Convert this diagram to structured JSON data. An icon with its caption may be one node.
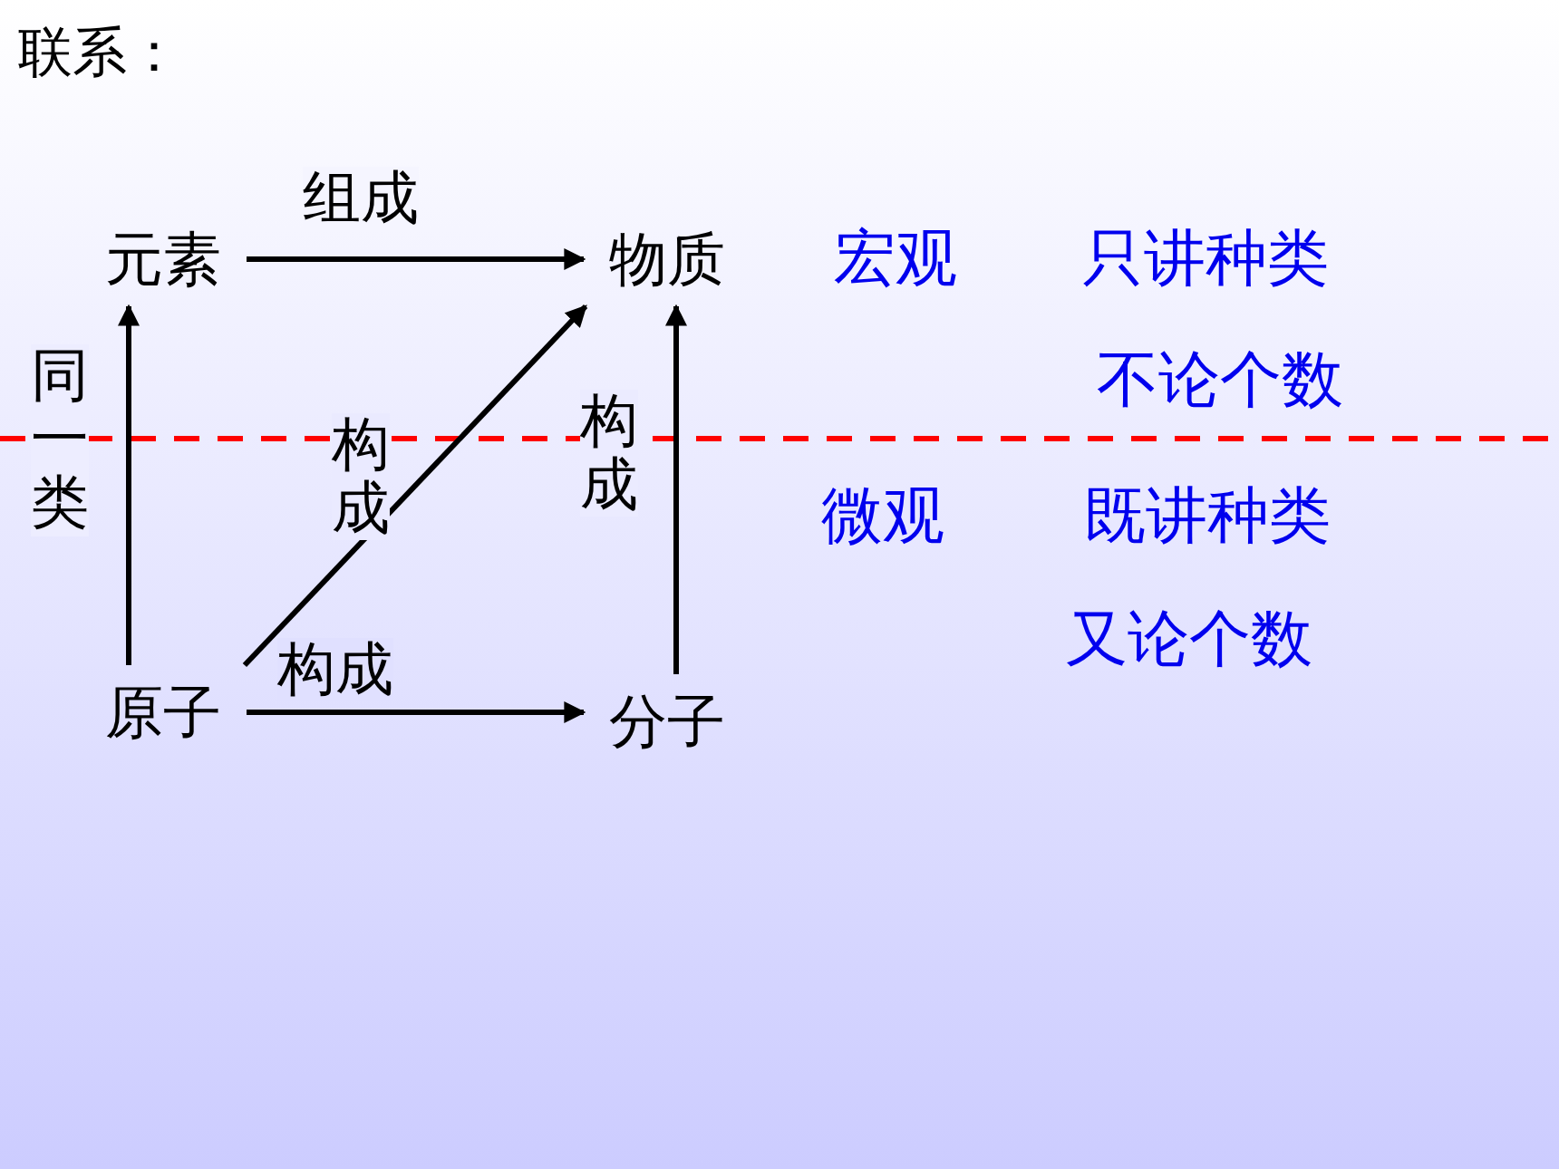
{
  "diagram": {
    "title": "联系：",
    "nodes": [
      {
        "text": [
          "元素"
        ]
      },
      {
        "text": [
          "物质"
        ]
      },
      {
        "text": [
          "原子"
        ]
      },
      {
        "text": [
          "分子"
        ]
      }
    ],
    "edges": [
      {
        "from": 0,
        "to": 1,
        "arrow": "to",
        "label": "组成"
      },
      {
        "from": 2,
        "to": 0,
        "arrow": "to",
        "label": "同一类"
      },
      {
        "from": 2,
        "to": 1,
        "arrow": "to",
        "label": "构成"
      },
      {
        "from": 2,
        "to": 3,
        "arrow": "to",
        "label": "构成"
      },
      {
        "from": 3,
        "to": 1,
        "arrow": "to",
        "label": "构成"
      }
    ],
    "labels": [
      "宏观",
      "只讲种类",
      "不论个数",
      "微观",
      "既讲种类",
      "又论个数"
    ]
  }
}
